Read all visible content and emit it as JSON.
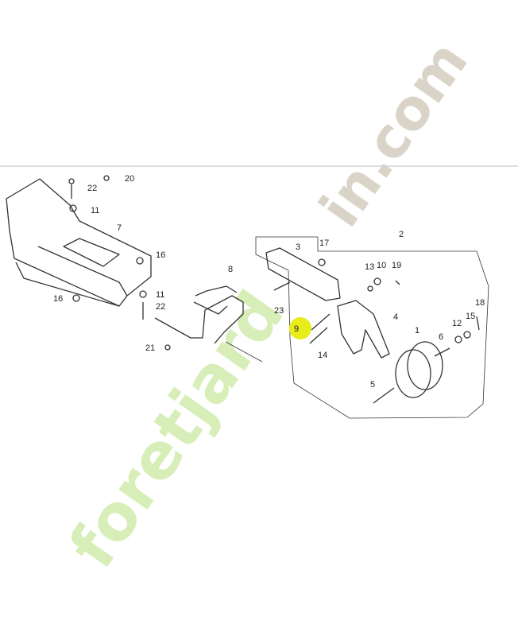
{
  "diagram": {
    "type": "exploded parts diagram",
    "callouts": [
      {
        "id": "c20",
        "label": "20"
      },
      {
        "id": "c22a",
        "label": "22"
      },
      {
        "id": "c11a",
        "label": "11"
      },
      {
        "id": "c7",
        "label": "7"
      },
      {
        "id": "c16a",
        "label": "16"
      },
      {
        "id": "c16b",
        "label": "16"
      },
      {
        "id": "c11b",
        "label": "11"
      },
      {
        "id": "c22b",
        "label": "22"
      },
      {
        "id": "c21",
        "label": "21"
      },
      {
        "id": "c8",
        "label": "8"
      },
      {
        "id": "c3",
        "label": "3"
      },
      {
        "id": "c17",
        "label": "17"
      },
      {
        "id": "c2",
        "label": "2"
      },
      {
        "id": "c13",
        "label": "13"
      },
      {
        "id": "c10",
        "label": "10"
      },
      {
        "id": "c19",
        "label": "19"
      },
      {
        "id": "c23",
        "label": "23"
      },
      {
        "id": "c9",
        "label": "9"
      },
      {
        "id": "c14",
        "label": "14"
      },
      {
        "id": "c4",
        "label": "4"
      },
      {
        "id": "c18",
        "label": "18"
      },
      {
        "id": "c12",
        "label": "12"
      },
      {
        "id": "c15",
        "label": "15"
      },
      {
        "id": "c1",
        "label": "1"
      },
      {
        "id": "c6",
        "label": "6"
      },
      {
        "id": "c5",
        "label": "5"
      }
    ],
    "highlight_color": "#e8ec1a",
    "line_color": "#333333"
  },
  "watermark": {
    "text": "foretjardin.com",
    "color_green": "#c8e6a0",
    "color_gray": "#d5cdbf"
  }
}
